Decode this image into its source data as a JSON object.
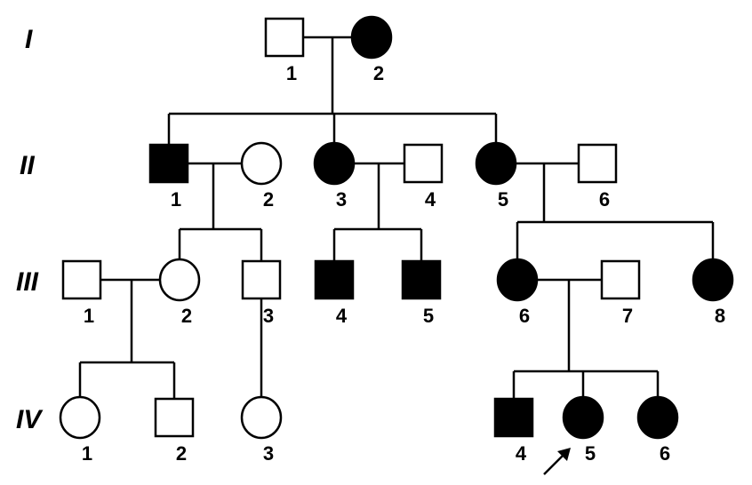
{
  "colors": {
    "affected": "#000000",
    "unaffected": "#ffffff",
    "line": "#000000"
  },
  "generations": [
    {
      "id": "I",
      "label": "I"
    },
    {
      "id": "II",
      "label": "II"
    },
    {
      "id": "III",
      "label": "III"
    },
    {
      "id": "IV",
      "label": "IV"
    }
  ],
  "individuals": [
    {
      "id": "I-1",
      "number": "1",
      "sex": "male",
      "affected": false
    },
    {
      "id": "I-2",
      "number": "2",
      "sex": "female",
      "affected": true
    },
    {
      "id": "II-1",
      "number": "1",
      "sex": "male",
      "affected": true
    },
    {
      "id": "II-2",
      "number": "2",
      "sex": "female",
      "affected": false
    },
    {
      "id": "II-3",
      "number": "3",
      "sex": "female",
      "affected": true
    },
    {
      "id": "II-4",
      "number": "4",
      "sex": "male",
      "affected": false
    },
    {
      "id": "II-5",
      "number": "5",
      "sex": "female",
      "affected": true
    },
    {
      "id": "II-6",
      "number": "6",
      "sex": "male",
      "affected": false
    },
    {
      "id": "III-1",
      "number": "1",
      "sex": "male",
      "affected": false
    },
    {
      "id": "III-2",
      "number": "2",
      "sex": "female",
      "affected": false
    },
    {
      "id": "III-3",
      "number": "3",
      "sex": "male",
      "affected": false
    },
    {
      "id": "III-4",
      "number": "4",
      "sex": "male",
      "affected": true
    },
    {
      "id": "III-5",
      "number": "5",
      "sex": "male",
      "affected": true
    },
    {
      "id": "III-6",
      "number": "6",
      "sex": "female",
      "affected": true
    },
    {
      "id": "III-7",
      "number": "7",
      "sex": "male",
      "affected": false
    },
    {
      "id": "III-8",
      "number": "8",
      "sex": "female",
      "affected": true
    },
    {
      "id": "IV-1",
      "number": "1",
      "sex": "female",
      "affected": false
    },
    {
      "id": "IV-2",
      "number": "2",
      "sex": "male",
      "affected": false
    },
    {
      "id": "IV-3",
      "number": "3",
      "sex": "female",
      "affected": false
    },
    {
      "id": "IV-4",
      "number": "4",
      "sex": "male",
      "affected": true
    },
    {
      "id": "IV-5",
      "number": "5",
      "sex": "female",
      "affected": true,
      "proband": true
    },
    {
      "id": "IV-6",
      "number": "6",
      "sex": "female",
      "affected": true
    }
  ],
  "couples": [
    {
      "a": "I-1",
      "b": "I-2",
      "children": [
        "II-1",
        "II-3",
        "II-5"
      ]
    },
    {
      "a": "II-1",
      "b": "II-2",
      "children": [
        "III-2",
        "III-3"
      ]
    },
    {
      "a": "II-3",
      "b": "II-4",
      "children": [
        "III-4",
        "III-5"
      ]
    },
    {
      "a": "II-5",
      "b": "II-6",
      "children": [
        "III-6",
        "III-8"
      ]
    },
    {
      "a": "III-1",
      "b": "III-2",
      "children": [
        "IV-1",
        "IV-2"
      ]
    },
    {
      "a": "III-6",
      "b": "III-7",
      "children": [
        "IV-4",
        "IV-5",
        "IV-6"
      ]
    }
  ],
  "single_parent_lines": [
    {
      "parent": "III-3",
      "child": "IV-3"
    }
  ]
}
